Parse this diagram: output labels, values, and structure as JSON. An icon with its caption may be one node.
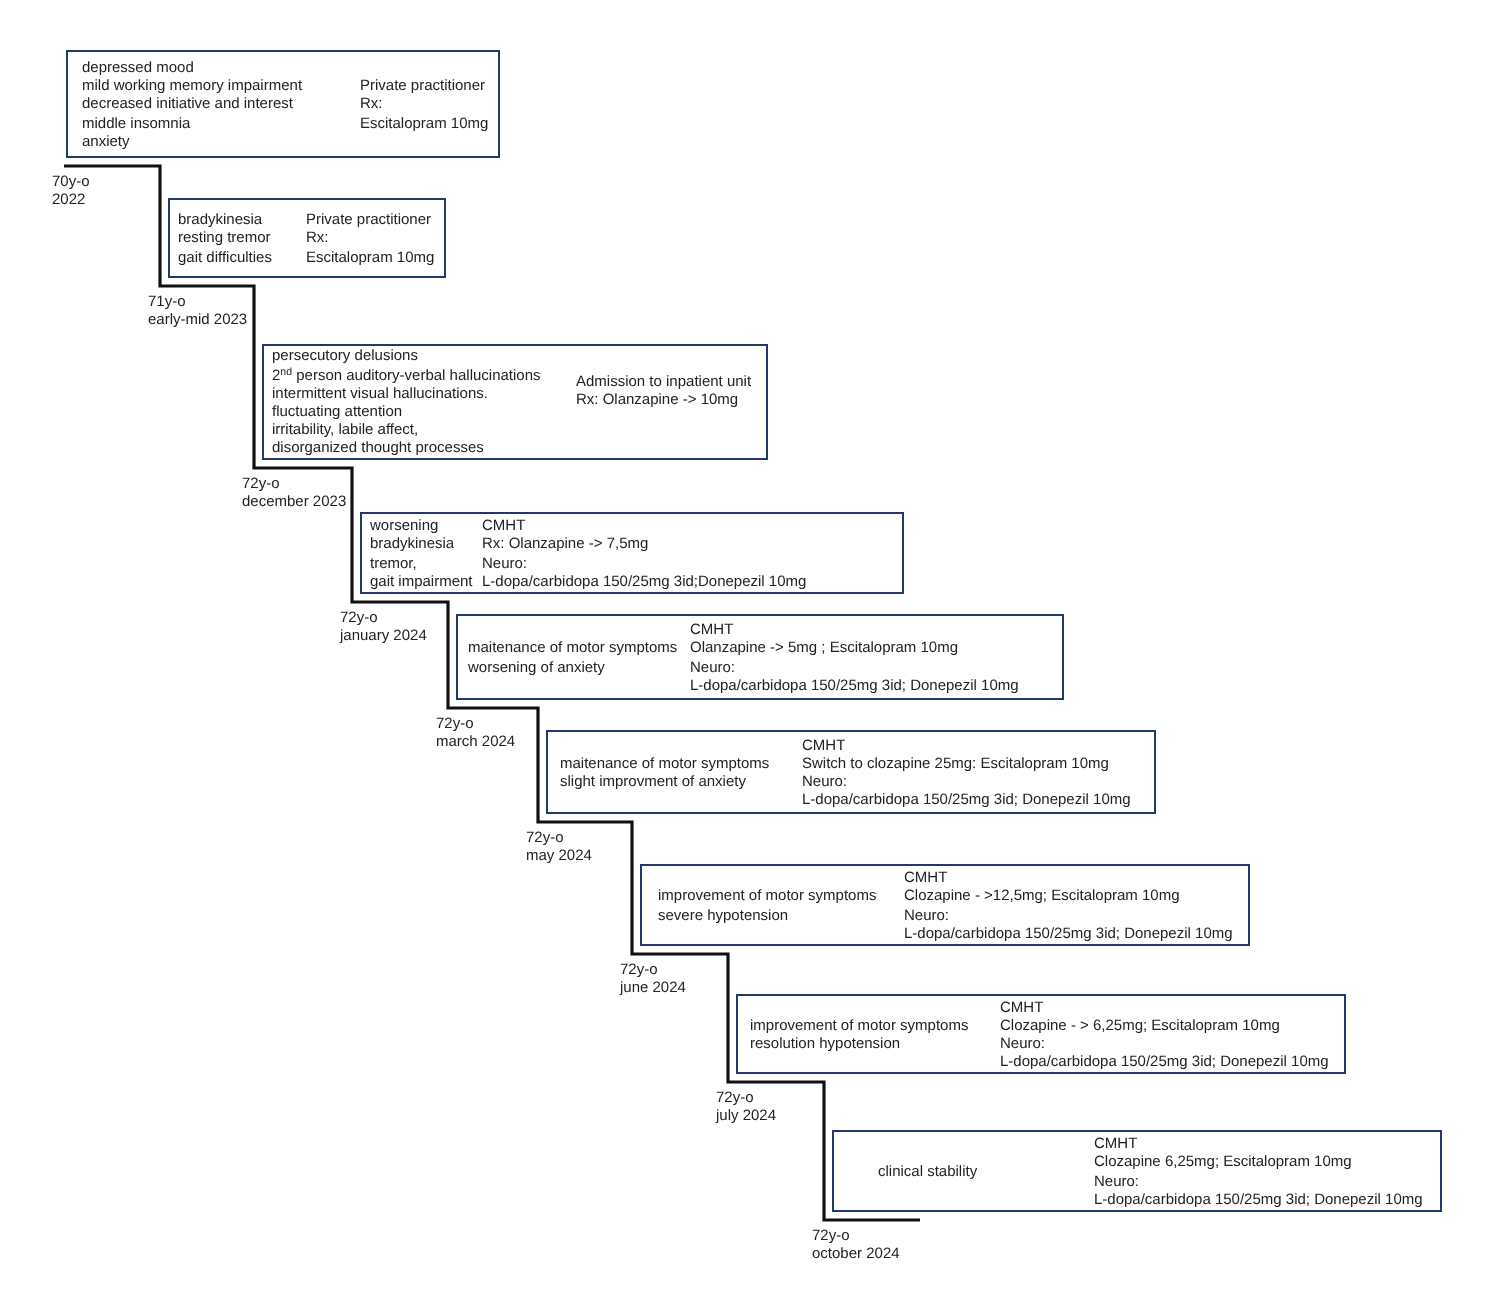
{
  "diagram": {
    "nodes": [
      {
        "text": [
          "depressed mood",
          "mild working memory impairment",
          "decreased initiative and interest",
          "middle insomnia",
          "anxiety",
          "Private practitioner",
          "Rx:",
          "Escitalopram 10mg"
        ],
        "beside": [
          "70y-o",
          "2022"
        ]
      },
      {
        "text": [
          "bradykinesia",
          "resting tremor",
          "gait difficulties",
          "Private practitioner",
          "Rx:",
          "Escitalopram 10mg"
        ],
        "beside": [
          "71y-o",
          "early-mid 2023"
        ]
      },
      {
        "text": [
          "persecutory delusions",
          "2$^{nd}$ person auditory-verbal hallucinations",
          "intermittent visual hallucinations.",
          "fluctuating attention",
          "irritability, labile affect,",
          "disorganized thought processes",
          "Admission to inpatient unit",
          "Rx: Olanzapine -> 10mg"
        ],
        "beside": [
          "72y-o",
          "december 2023"
        ]
      },
      {
        "text": [
          "worsening",
          "bradykinesia",
          "tremor,",
          "gait impairment",
          "CMHT",
          "Rx: Olanzapine -> 7,5mg",
          "Neuro:",
          "L-dopa/carbidopa 150/25mg 3id;Donepezil 10mg"
        ],
        "beside": [
          "72y-o",
          "january 2024"
        ]
      },
      {
        "text": [
          "maitenance of motor symptoms",
          "worsening of anxiety",
          "CMHT",
          "Olanzapine -> 5mg ; Escitalopram 10mg",
          "Neuro:",
          "L-dopa/carbidopa 150/25mg 3id; Donepezil 10mg"
        ],
        "beside": [
          "72y-o",
          "march 2024"
        ]
      },
      {
        "text": [
          "maitenance of motor symptoms",
          "slight improvment of anxiety",
          "CMHT",
          "Switch to clozapine 25mg: Escitalopram 10mg",
          "Neuro:",
          "L-dopa/carbidopa 150/25mg 3id; Donepezil 10mg"
        ],
        "beside": [
          "72y-o",
          "may 2024"
        ]
      },
      {
        "text": [
          "improvement of motor symptoms",
          "severe hypotension",
          "CMHT",
          "Clozapine - >12,5mg; Escitalopram 10mg",
          "Neuro:",
          "L-dopa/carbidopa 150/25mg 3id; Donepezil 10mg"
        ],
        "beside": [
          "72y-o",
          "june 2024"
        ]
      },
      {
        "text": [
          "improvement of motor symptoms",
          "resolution hypotension",
          "CMHT",
          "Clozapine - > 6,25mg; Escitalopram 10mg",
          "Neuro:",
          "L-dopa/carbidopa 150/25mg 3id; Donepezil 10mg"
        ],
        "beside": [
          "72y-o",
          "july 2024"
        ]
      },
      {
        "text": [
          "clinical stability",
          "CMHT",
          "Clozapine 6,25mg; Escitalopram 10mg",
          "Neuro:",
          "L-dopa/carbidopa 150/25mg 3id; Donepezil 10mg"
        ],
        "beside": [
          "72y-o",
          "october 2024"
        ]
      }
    ]
  }
}
